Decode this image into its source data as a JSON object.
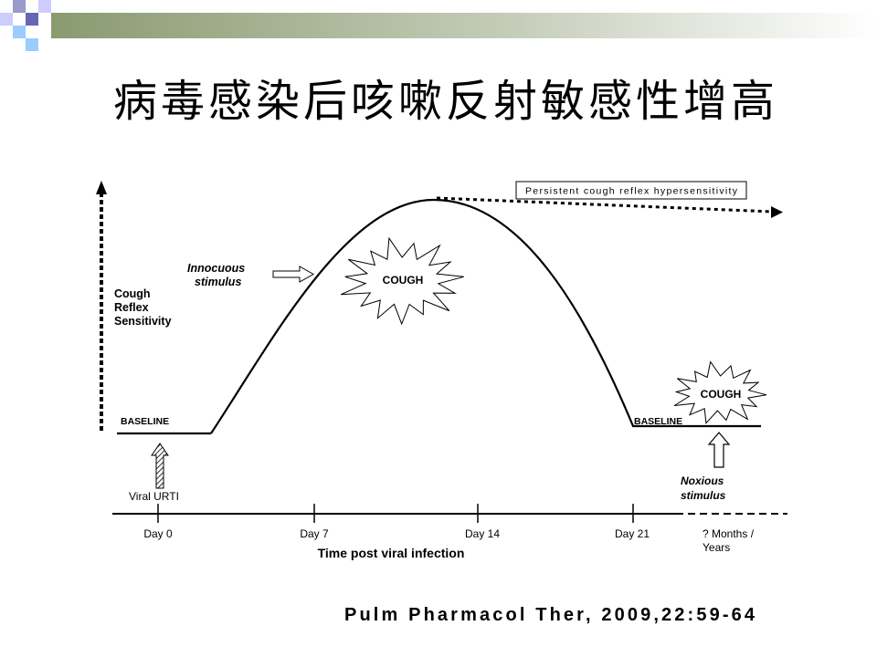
{
  "slide": {
    "title": "病毒感染后咳嗽反射敏感性增高",
    "citation": "Pulm Pharmacol Ther, 2009,22:59-64"
  },
  "theme": {
    "square_colors": [
      "#9999CC",
      "#CCCCFF",
      "#99CCFF",
      "#6666B3"
    ],
    "bar_color_start": "#8A9A70",
    "bar_color_mid": "#C4CCB8",
    "bar_color_end": "#FFFFFF"
  },
  "diagram": {
    "y_axis_label": [
      "Cough",
      "Reflex",
      "Sensitivity"
    ],
    "baseline_left": "BASELINE",
    "baseline_right": "BASELINE",
    "persistent_label": "Persistent cough reflex hypersensitivity",
    "innocuous_label": [
      "Innocuous",
      "stimulus"
    ],
    "cough_peak": "COUGH",
    "cough_noxious": "COUGH",
    "noxious_label": [
      "Noxious",
      "stimulus"
    ],
    "viral_label": "Viral URTI",
    "x_ticks": [
      "Day 0",
      "Day 7",
      "Day 14",
      "Day 21"
    ],
    "x_open_end": [
      "? Months /",
      "Years"
    ],
    "x_axis_label": "Time post viral infection"
  }
}
